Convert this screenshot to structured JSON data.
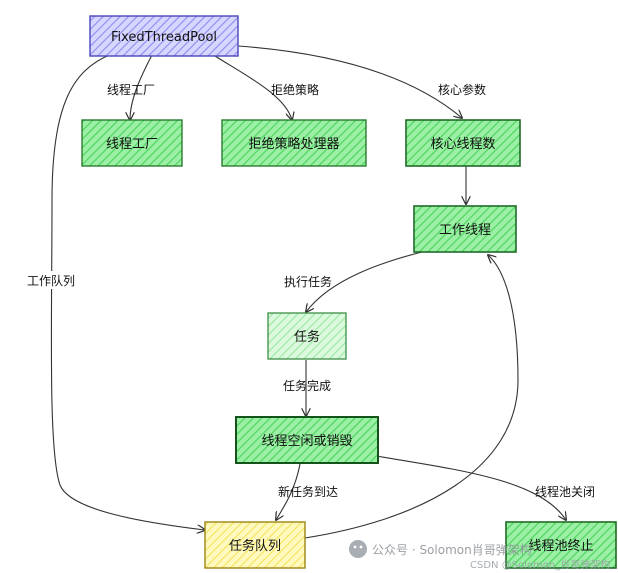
{
  "nodes": {
    "fixed_thread_pool": "FixedThreadPool",
    "thread_factory": "线程工厂",
    "reject_handler": "拒绝策略处理器",
    "core_thread_count": "核心线程数",
    "worker_thread": "工作线程",
    "task": "任务",
    "thread_idle_or_destroy": "线程空闲或销毁",
    "task_queue": "任务队列",
    "pool_terminated": "线程池终止"
  },
  "edges": {
    "thread_factory": "线程工厂",
    "reject_policy": "拒绝策略",
    "core_params": "核心参数",
    "work_queue": "工作队列",
    "execute_task": "执行任务",
    "task_complete": "任务完成",
    "new_task_arrives": "新任务到达",
    "pool_close": "线程池关闭"
  },
  "watermark": {
    "title": "公众号 · Solomon肖哥弹架构",
    "csdn": "CSDN @Solomon_肖哥弹架构"
  },
  "colors": {
    "pool_fill": "#b8b6f2",
    "pool_stroke": "#5a57c9",
    "green_fill": "#6fe07a",
    "green_stroke": "#2f8f3a",
    "light_green_fill": "#bff1c3",
    "yellow_fill": "#fff59a",
    "yellow_stroke": "#b59d1a"
  }
}
